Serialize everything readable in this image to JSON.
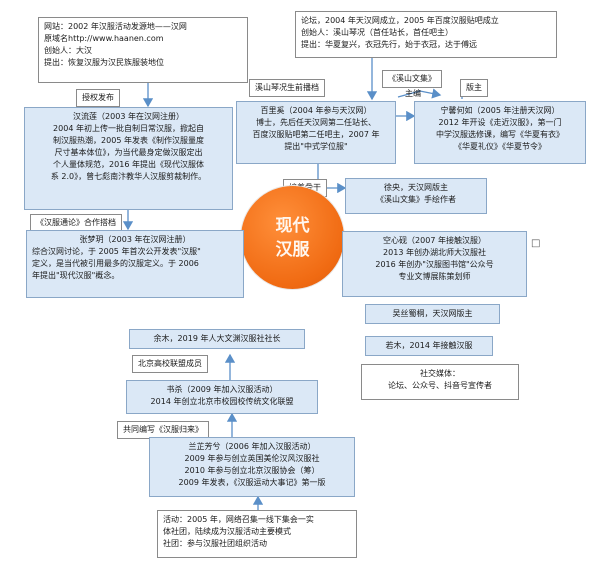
{
  "center": {
    "line1": "现代",
    "line2": "汉服"
  },
  "boxes": {
    "website": [
      "网站：2002 年汉服活动发源地——汉网",
      "原域名http://www.haanen.com",
      "创始人：大汉",
      "提出：恢复汉服为汉民族服装地位"
    ],
    "forum": [
      "论坛，2004 年天汉网成立，2005 年百度汉服贴吧成立",
      "创始人：溪山琴况（首任站长，首任吧主）",
      "提出：华夏复兴，衣冠先行，始于衣冠，达于傅远"
    ],
    "liu": [
      "汉流莲（2003 年在汉网注册）",
      "2004 年初上传一批自制日常汉服，掀起自",
      "制汉服热潮，2005 年发表《制作汉服量度",
      "尺寸基本体位》，为当代最身定做汉服定出",
      "个人量体规范，2016 年提出《现代汉服体",
      "系 2.0》，曾七彪南汴教华人汉服剪裁制作。"
    ],
    "baili": [
      "百里奚（2004 年参与天汉网）",
      "博士，先后任天汉网第二任站长、",
      "百度汉服贴吧第二任吧主，2007 年",
      "提出\"中式学位服\""
    ],
    "ningxin": [
      "宁馨何如（2005 年注册天汉网）",
      "2012 年开设《走近汉服》，第一门",
      "中学汉服选修课，编写《华夏有衣》",
      "《华夏礼仪》《华夏节令》"
    ],
    "xukai": [
      "徐央，天汉网版主",
      "《溪山文集》手绘作者"
    ],
    "zhang": [
      "张梦玥（2003 年在汉网注册）",
      "综合汉网讨论，于 2005 年首次公开发表\"汉服\"",
      "定义，是当代被引用最多的汉服定义。于 2006",
      "年提出\"现代汉服\"概念。"
    ],
    "kongxin": [
      "空心砚（2007 年接触汉服）",
      "2013 年创办湖北师大汉服社",
      "2016 年创办\"汉服图书馆\"公众号",
      "专业文博展陈策划师"
    ],
    "wusi": [
      "吴丝蜀桐，天汉网版主"
    ],
    "ruomu": [
      "若木，2014 年接触汉服"
    ],
    "social": [
      "社交媒体：",
      "论坛、公众号、抖音号宣传者"
    ],
    "yumu": [
      "余木，2019 年人大文渊汉服社社长"
    ],
    "shusha": [
      "书杀（2009 年加入汉服活动）",
      "2014 年创立北京市校园校传统文化联盟"
    ],
    "lanzhi": [
      "兰芷芳兮（2006 年加入汉服活动）",
      "2009 年参与创立英国美伦汉风汉服社",
      "2010 年参与创立北京汉服协会（筹）",
      "2009 年发表，《汉服运动大事记》第一版"
    ],
    "activity": [
      "活动：2005 年，网络召集一线下集会一实",
      "体社团，陆续成为汉服活动主要模式",
      "社团：参与汉服社团组织活动"
    ]
  },
  "labels": {
    "shouquan": "授权发布",
    "xishan_qianqi": "溪山琴况生前播档",
    "xishan_wenji": "《溪山文集》",
    "zhubian": "主编",
    "banzhu": "版主",
    "peiyang": "培养骨干",
    "tongzhi": "《汉服通论》合作搭档",
    "beijing": "北京高校联盟成员",
    "gongtong": "共同编写《汉服归来》"
  },
  "colors": {
    "box_fill": "#dbe8f6",
    "box_border": "#8aa7c7",
    "arrow": "#5a8fc8",
    "center": "#f06a12"
  }
}
